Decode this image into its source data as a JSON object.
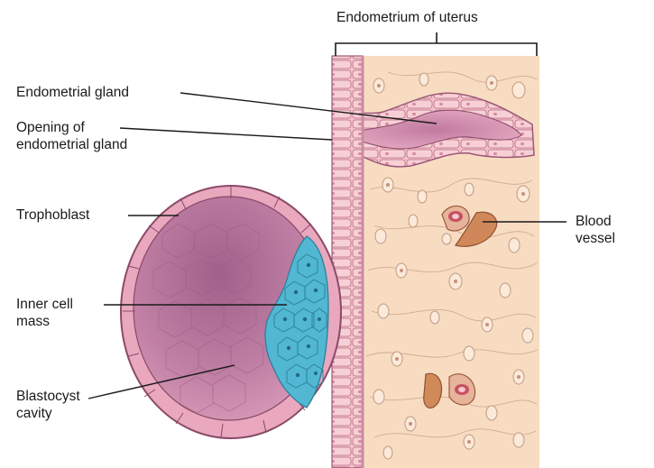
{
  "title": "Endometrium of uterus",
  "labels": {
    "endometrial_gland": "Endometrial gland",
    "opening_line1": "Opening of",
    "opening_line2": "endometrial gland",
    "trophoblast": "Trophoblast",
    "inner_cell_mass_line1": "Inner cell",
    "inner_cell_mass_line2": "mass",
    "blastocyst_cavity_line1": "Blastocyst",
    "blastocyst_cavity_line2": "cavity",
    "blood_vessel_line1": "Blood",
    "blood_vessel_line2": "vessel"
  },
  "colors": {
    "stroma": "#f6d8bd",
    "epithelium": "#f1b9c2",
    "cavity": "#b7789f",
    "trophoblast": "#e6a3b8",
    "inner_cell_mass": "#4fb6d2",
    "vessel": "#d08858",
    "outline": "#8a4a68"
  }
}
